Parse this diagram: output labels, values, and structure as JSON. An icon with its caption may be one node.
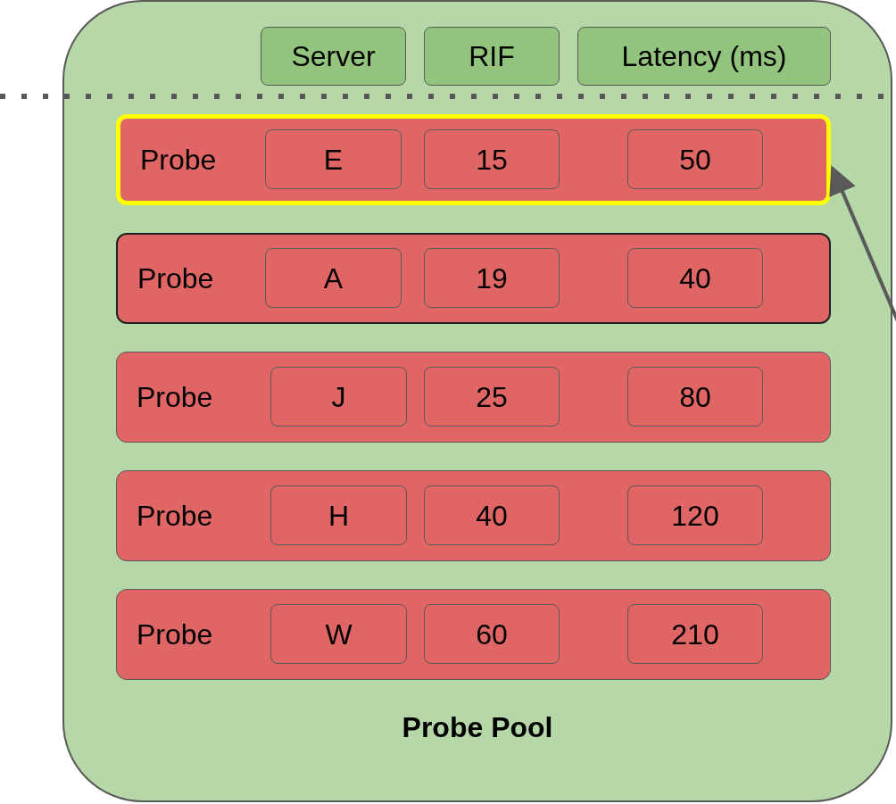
{
  "diagram": {
    "nodes": [
      {
        "text": [
          "Probe Pool"
        ]
      },
      {
        "text": [
          "Server"
        ],
        "in": 0
      },
      {
        "text": [
          "RIF"
        ],
        "in": 0
      },
      {
        "text": [
          "Latency (ms)"
        ],
        "in": 0
      },
      {
        "text": [
          "Probe"
        ],
        "in": 0
      },
      {
        "text": [
          "E"
        ],
        "in": 4
      },
      {
        "text": [
          "15"
        ],
        "in": 4
      },
      {
        "text": [
          "50"
        ],
        "in": 4
      },
      {
        "text": [
          "Probe"
        ],
        "in": 0
      },
      {
        "text": [
          "A"
        ],
        "in": 8
      },
      {
        "text": [
          "19"
        ],
        "in": 8
      },
      {
        "text": [
          "40"
        ],
        "in": 8
      },
      {
        "text": [
          "Probe"
        ],
        "in": 0
      },
      {
        "text": [
          "J"
        ],
        "in": 12
      },
      {
        "text": [
          "25"
        ],
        "in": 12
      },
      {
        "text": [
          "80"
        ],
        "in": 12
      },
      {
        "text": [
          "Probe"
        ],
        "in": 0
      },
      {
        "text": [
          "H"
        ],
        "in": 16
      },
      {
        "text": [
          "40"
        ],
        "in": 16
      },
      {
        "text": [
          "120"
        ],
        "in": 16
      },
      {
        "text": [
          "Probe"
        ],
        "in": 0
      },
      {
        "text": [
          "W"
        ],
        "in": 20
      },
      {
        "text": [
          "60"
        ],
        "in": 20
      },
      {
        "text": [
          "210"
        ],
        "in": 20
      }
    ],
    "edges": [
      {
        "from": null,
        "to": 4,
        "arrow": "to"
      }
    ]
  }
}
